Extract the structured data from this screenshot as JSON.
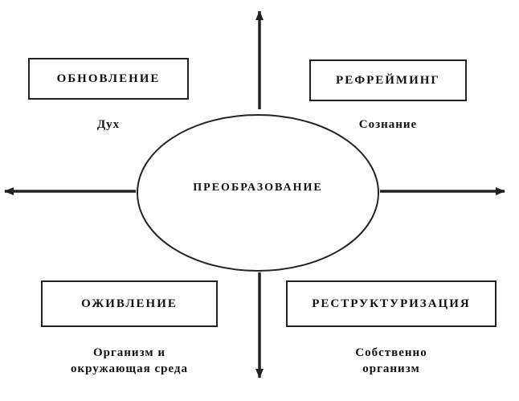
{
  "center": {
    "label": "ПРЕОБРАЗОВАНИЕ"
  },
  "quadrants": {
    "top_left": {
      "box_label": "ОБНОВЛЕНИЕ",
      "caption": "Дух"
    },
    "top_right": {
      "box_label": "РЕФРЕЙМИНГ",
      "caption": "Сознание"
    },
    "bottom_left": {
      "box_label": "ОЖИВЛЕНИЕ",
      "caption_line1": "Организм и",
      "caption_line2": "окружающая среда"
    },
    "bottom_right": {
      "box_label": "РЕСТРУКТУРИЗАЦИЯ",
      "caption_line1": "Собственно",
      "caption_line2": "организм"
    }
  },
  "colors": {
    "stroke": "#222222",
    "background": "#ffffff"
  }
}
